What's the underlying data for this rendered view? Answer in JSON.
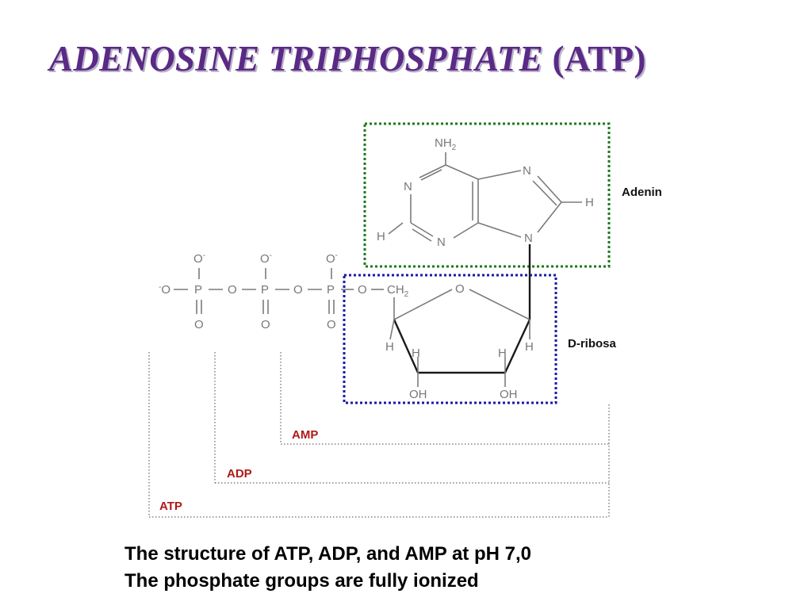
{
  "title": {
    "main": "ADENOSINE TRIPHOSPHATE",
    "paren": "(ATP)"
  },
  "labels": {
    "adenine": "Adenin",
    "ribose": "D-ribosa",
    "amp": "AMP",
    "adp": "ADP",
    "atp": "ATP"
  },
  "atoms": {
    "N": "N",
    "H": "H",
    "O": "O",
    "P": "P",
    "NH": "NH",
    "CH": "CH",
    "OH": "OH",
    "sub2": "2",
    "minus": "-"
  },
  "caption": {
    "line1": "The structure of ATP, ADP, and AMP at pH 7,0",
    "line2": "The phosphate groups are fully ionized"
  },
  "colors": {
    "title": "#5a2a86",
    "adenine_box": "#1a7a1a",
    "ribose_box": "#1a1aa0",
    "nucleotide_label": "#b01818"
  }
}
